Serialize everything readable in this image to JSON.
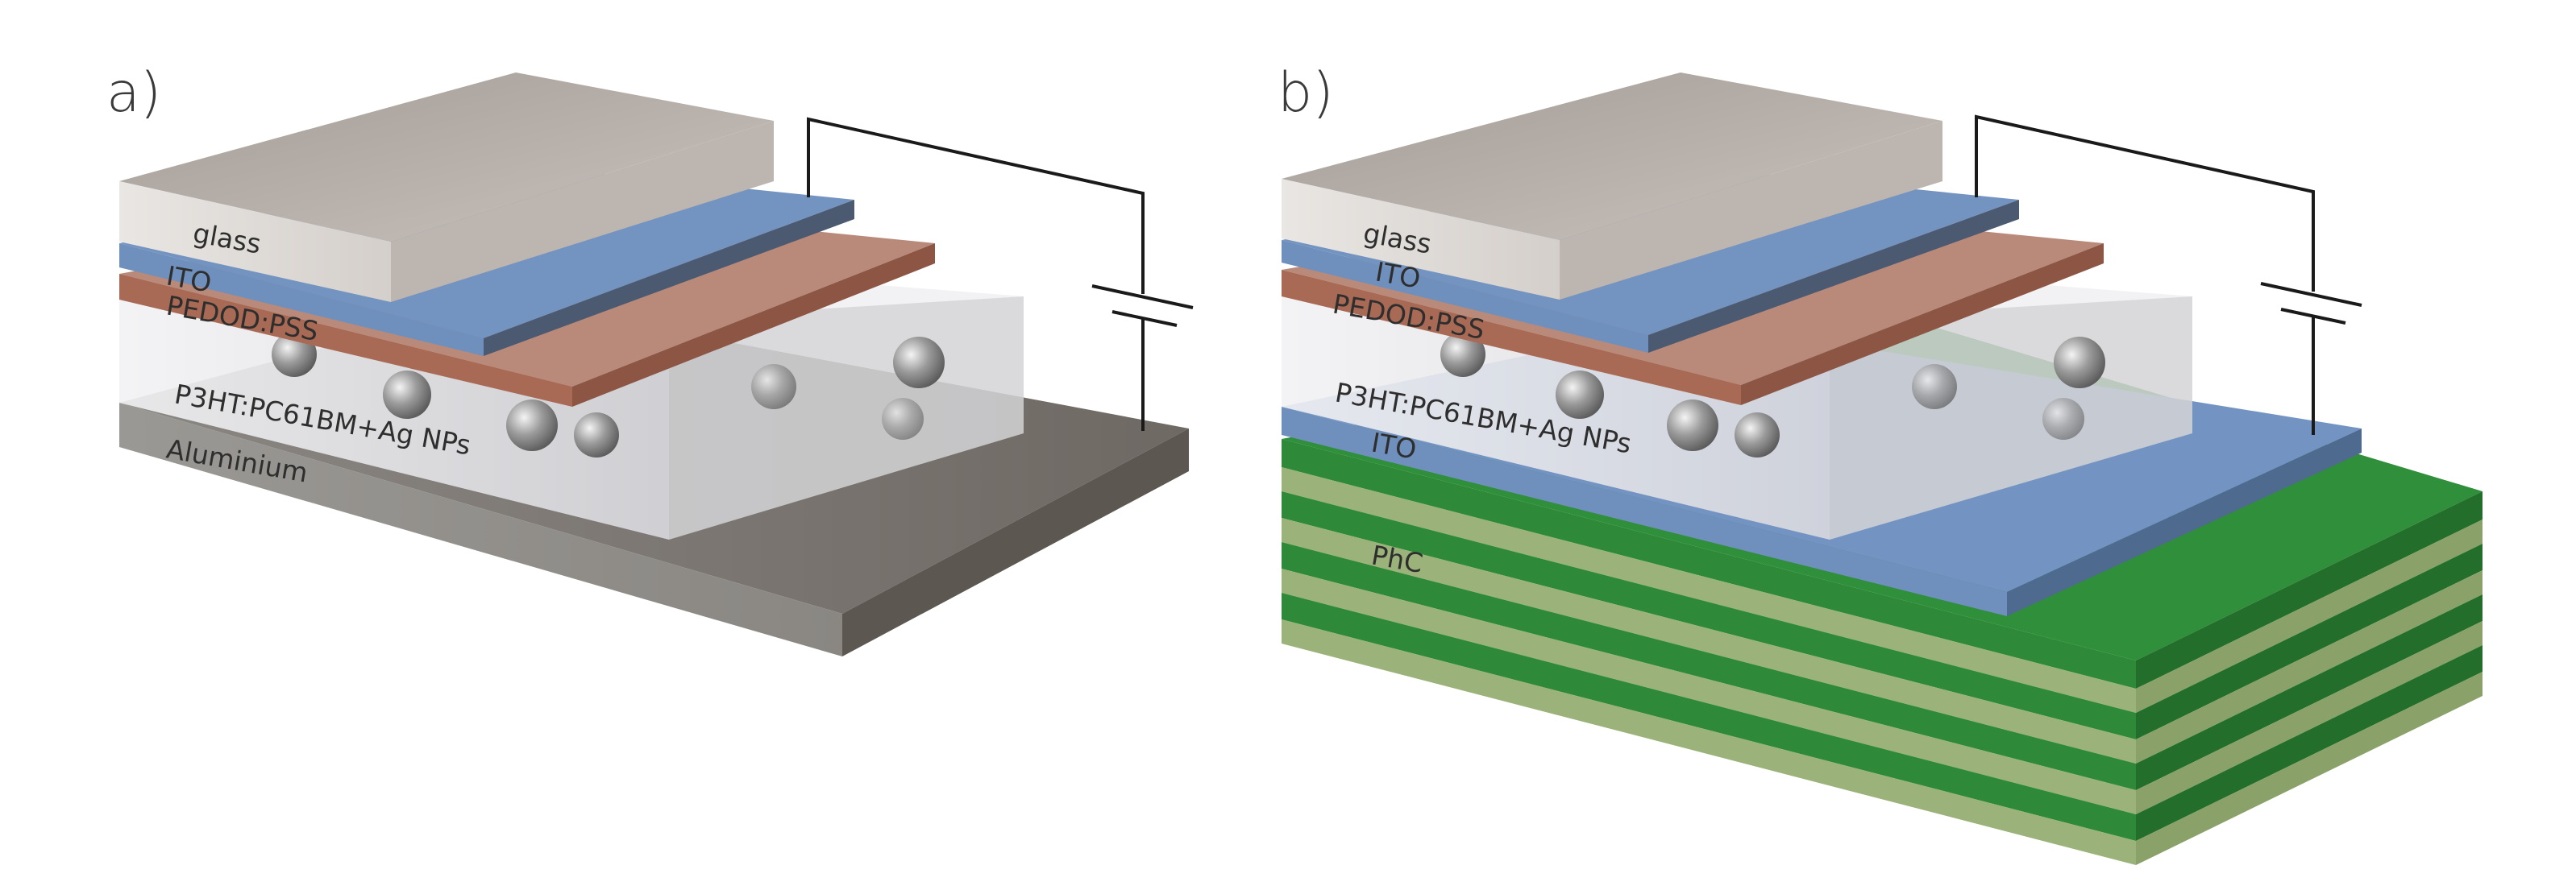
{
  "panels": [
    {
      "tag": "a)",
      "layers": {
        "glass": "glass",
        "ito": "ITO",
        "pedot": "PEDOD:PSS",
        "active": "P3HT:PC61BM+Ag NPs",
        "electrode": "Aluminium"
      }
    },
    {
      "tag": "b)",
      "layers": {
        "glass": "glass",
        "ito": "ITO",
        "pedot": "PEDOD:PSS",
        "active": "P3HT:PC61BM+Ag NPs",
        "ito_bottom": "ITO",
        "phc": "PhC"
      }
    }
  ],
  "colors": {
    "glass": "#cfc9c4",
    "ito": "#6e8fbd",
    "pedot": "#b8806c",
    "active": "#e6e6ea",
    "aluminium": "#8d8a86",
    "phc_dark": "#2f8f3a",
    "phc_light": "#9bb37a",
    "wire": "#1a1a1a"
  }
}
